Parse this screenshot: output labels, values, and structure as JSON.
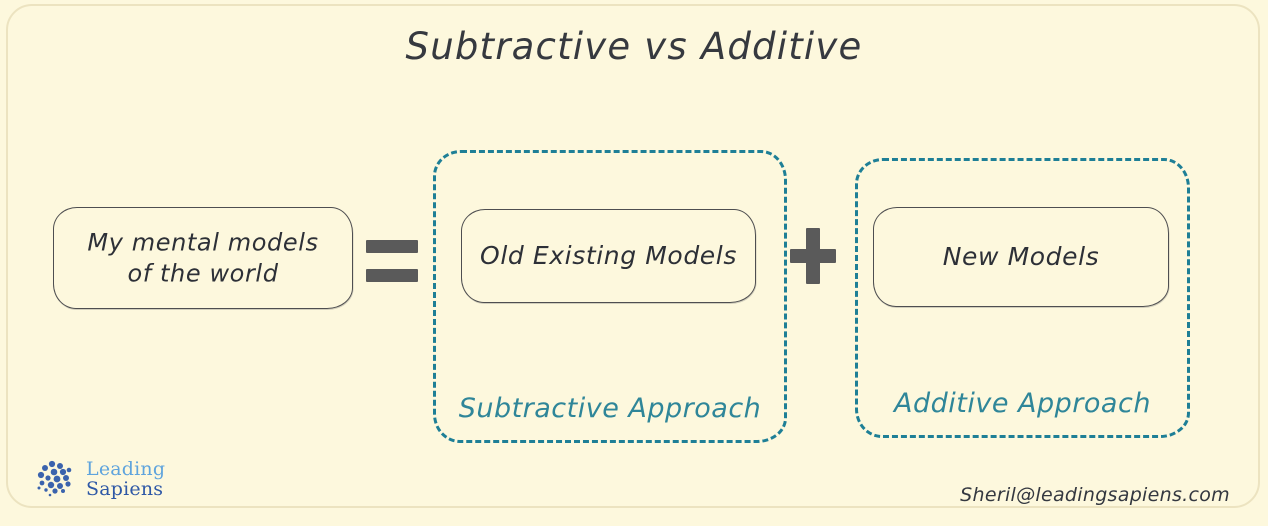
{
  "page": {
    "title": "Subtractive vs Additive",
    "background_color": "#fdf8dd",
    "frame_color": "#ece3c0",
    "ink_color": "#2d3037",
    "accent_teal": "#2f8699",
    "operator_color": "#5a5a5a"
  },
  "diagram": {
    "left_box": {
      "line1": "My mental models",
      "line2": "of the world"
    },
    "operator_equals": "=",
    "operator_plus": "+",
    "subtractive": {
      "caption": "Subtractive Approach",
      "box_label": "Old Existing Models"
    },
    "additive": {
      "caption": "Additive Approach",
      "box_label": "New Models"
    }
  },
  "footer": {
    "logo": {
      "line1": "Leading",
      "line2": "Sapiens",
      "line1_color": "#5fa4dd",
      "line2_color": "#2e58a6",
      "mark_color": "#3b63ad"
    },
    "email": "Sheril@leadingsapiens.com"
  }
}
